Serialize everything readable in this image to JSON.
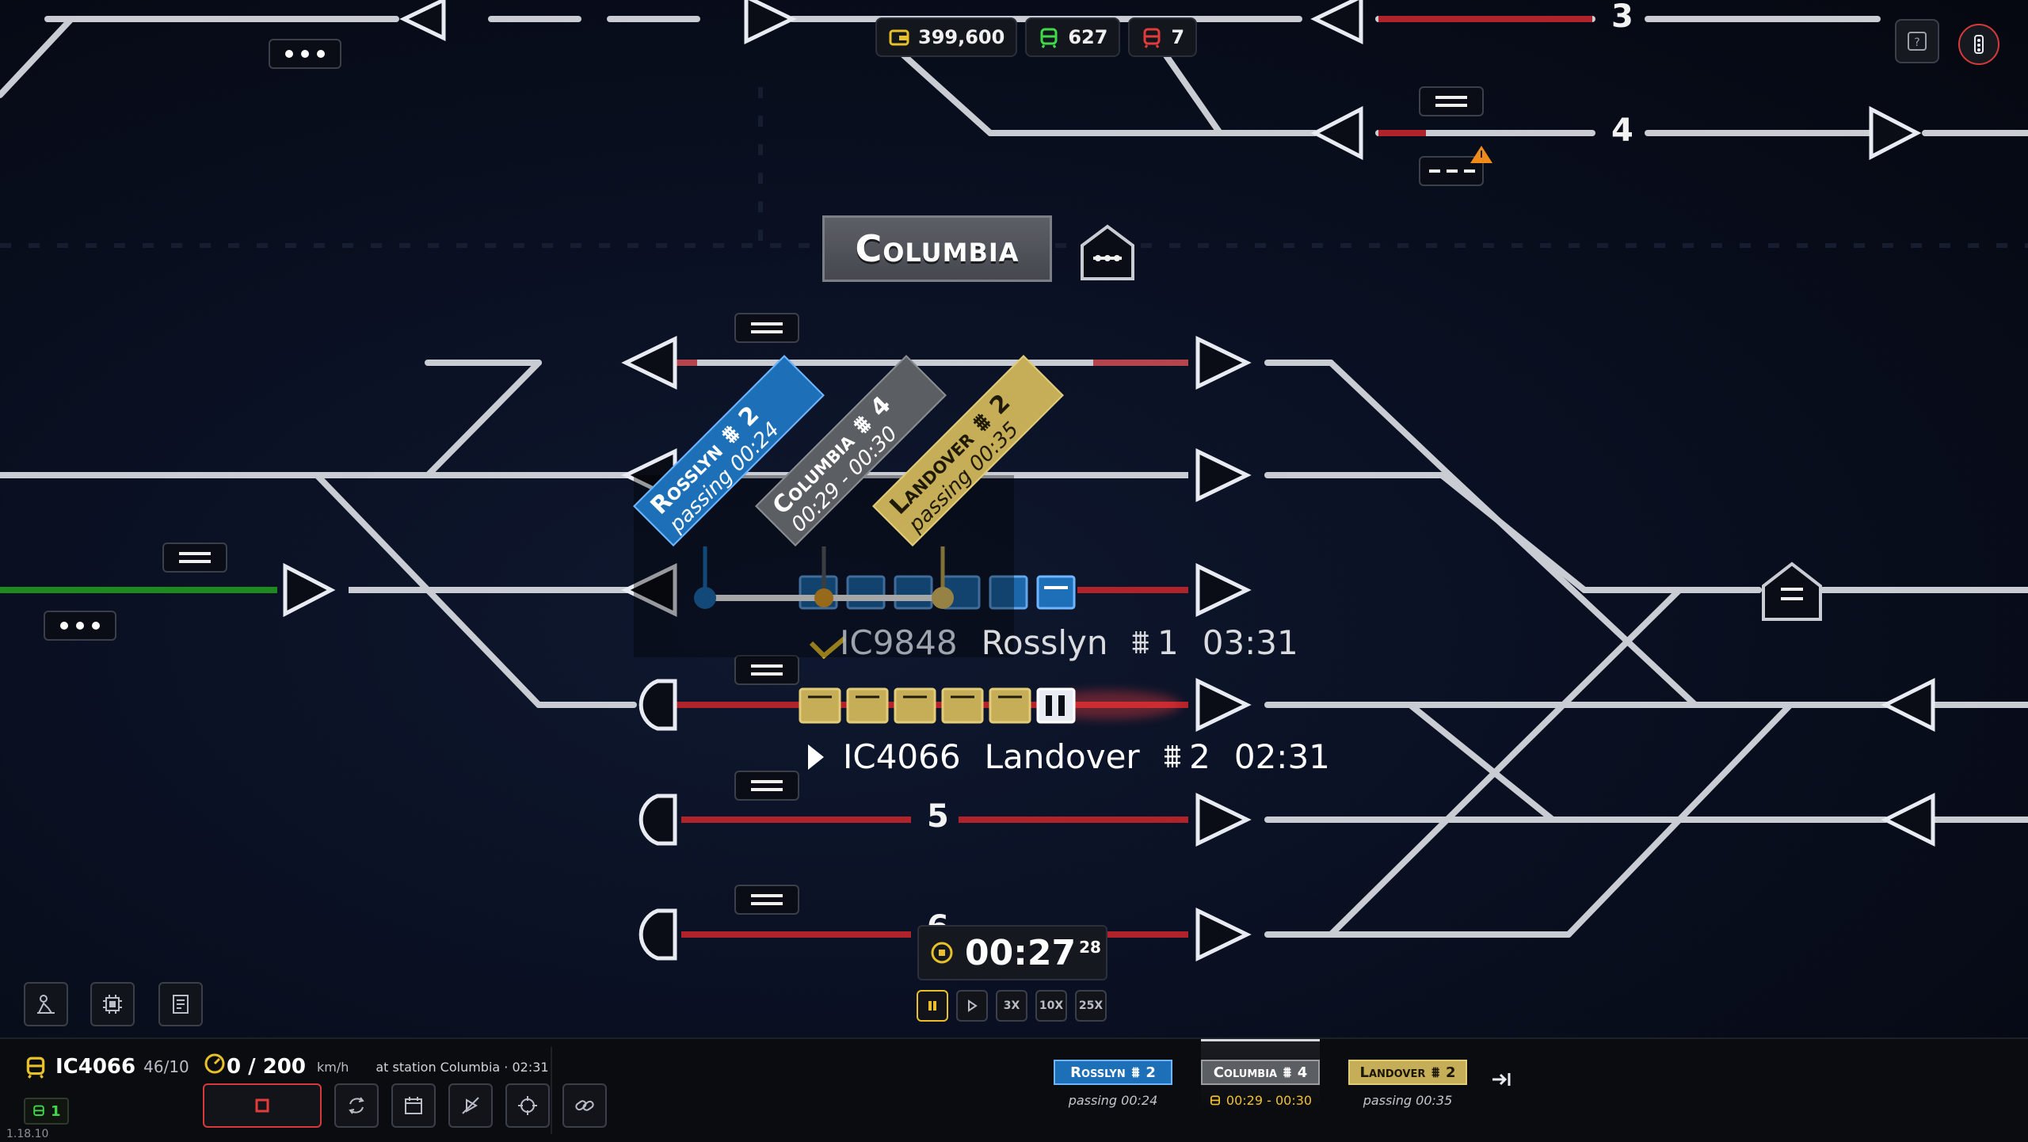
{
  "resources": {
    "money": "399,600",
    "trains_ok": "627",
    "trains_bad": "7"
  },
  "station": {
    "name": "Columbia"
  },
  "track_numbers": [
    "3",
    "4",
    "5",
    "6"
  ],
  "route_flags": [
    {
      "station": "Rosslyn",
      "platform": "2",
      "info": "passing 00:24",
      "style": "blue"
    },
    {
      "station": "Columbia",
      "platform": "4",
      "info": "00:29 - 00:30",
      "style": "gray"
    },
    {
      "station": "Landover",
      "platform": "2",
      "info": "passing 00:35",
      "style": "gold"
    }
  ],
  "train_labels": [
    {
      "id": "IC9848",
      "dest": "Rosslyn",
      "platform": "1",
      "time": "03:31"
    },
    {
      "id": "IC4066",
      "dest": "Landover",
      "platform": "2",
      "time": "02:31"
    }
  ],
  "clock": {
    "time": "00:27",
    "seconds": "28"
  },
  "speed_controls": [
    "3X",
    "10X",
    "25X"
  ],
  "selected_train": {
    "id": "IC4066",
    "cars": "46/10",
    "crew": "1",
    "speed": "0 / 200",
    "speed_unit": "km/h",
    "status": "at station Columbia · 02:31",
    "stops": [
      {
        "name": "Rosslyn",
        "platform": "2",
        "info": "passing 00:24",
        "style": "blue"
      },
      {
        "name": "Columbia",
        "platform": "4",
        "info": "00:29 - 00:30",
        "style": "gray"
      },
      {
        "name": "Landover",
        "platform": "2",
        "info": "passing 00:35",
        "style": "gold"
      }
    ]
  },
  "version": "1.18.10",
  "colors": {
    "track": "#c9cdd3",
    "track_red": "#b0232a",
    "track_green": "#1c8a1f",
    "accent_yellow": "#e8c12a",
    "rosslyn_blue": "#1d70b8",
    "columbia_gray": "#5b5e63",
    "landover_gold": "#c5ae57"
  }
}
